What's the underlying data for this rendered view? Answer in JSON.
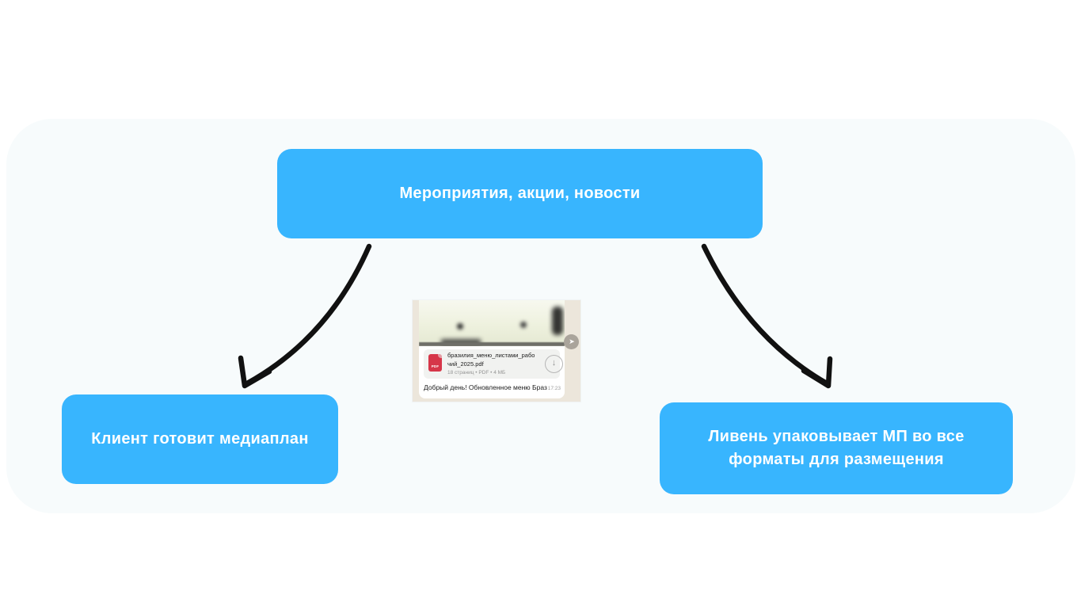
{
  "slide": {
    "top_box_label": "Мероприятия, акции, новости",
    "left_box_label": "Клиент готовит медиаплан",
    "right_box_label": "Ливень упаковывает МП во все форматы для размещения"
  },
  "chat": {
    "attachment": {
      "filename": "бразилия_меню_листами_рабочий_2025.pdf",
      "meta": "18 страниц • PDF • 4 МБ",
      "type_label": "PDF"
    },
    "message": "Добрый день! Обновленное меню Бразил",
    "time": "17:23"
  },
  "icons": {
    "forward_arrow": "➤",
    "download_arrow": "↓"
  },
  "colors": {
    "box_blue": "#38b5fe",
    "panel_bg": "#f7fbfc",
    "arrow_black": "#111111",
    "chat_wallpaper": "#ece6db",
    "pdf_red": "#d63649"
  }
}
